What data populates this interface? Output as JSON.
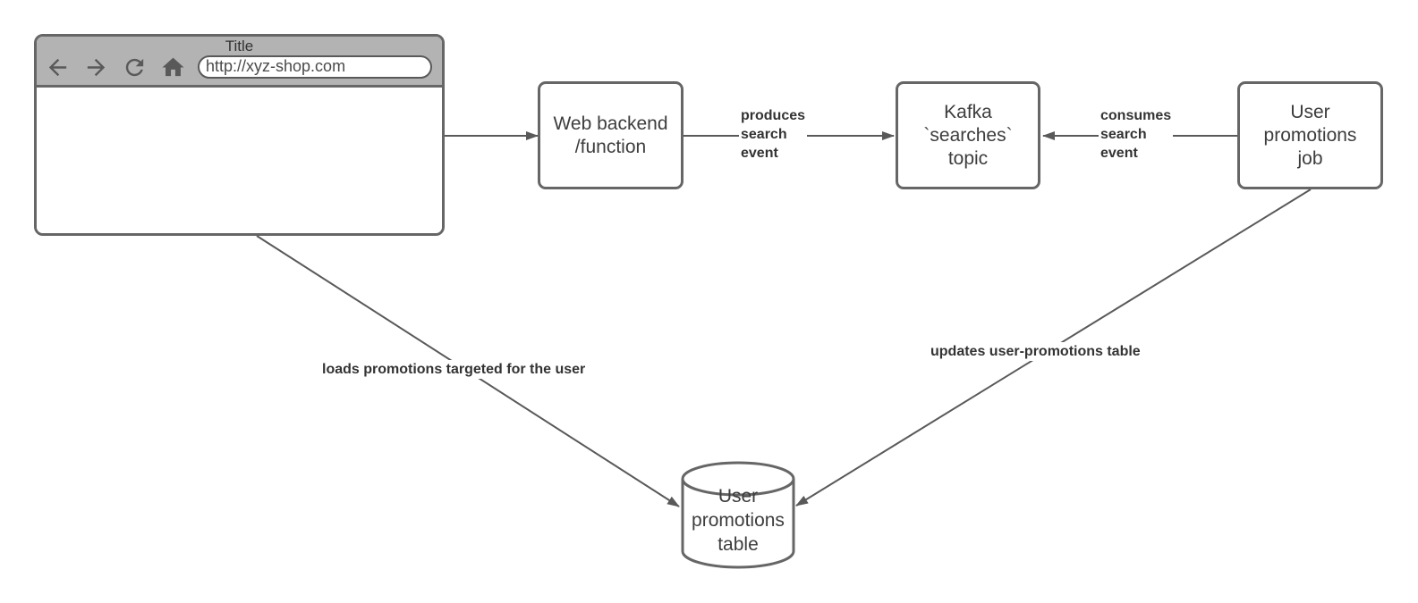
{
  "colors": {
    "canvas_bg": "#ffffff",
    "shape_border": "#666666",
    "connector_line": "#595959",
    "node_text": "#3d3d3d",
    "edge_label_text": "#333333",
    "toolbar_fill": "#b3b3b3",
    "icon_color": "#595959"
  },
  "browser": {
    "title": "Title",
    "url": "http://xyz-shop.com",
    "icons": [
      "back-arrow-icon",
      "forward-arrow-icon",
      "refresh-icon",
      "home-icon"
    ]
  },
  "nodes": {
    "web_backend": {
      "line1": "Web backend",
      "line2": "/function"
    },
    "kafka_topic": {
      "line1": "Kafka",
      "line2": "`searches`",
      "line3": "topic"
    },
    "user_promotions_job": {
      "line1": "User",
      "line2": "promotions",
      "line3": "job"
    },
    "user_promotions_table": {
      "line1": "User",
      "line2": "promotions",
      "line3": "table"
    }
  },
  "edges": {
    "produces": {
      "line1": "produces",
      "line2": "search",
      "line3": "event"
    },
    "consumes": {
      "line1": "consumes",
      "line2": "search",
      "line3": "event"
    },
    "loads": {
      "label": "loads promotions targeted for the user"
    },
    "updates": {
      "label": "updates user-promotions table"
    }
  }
}
